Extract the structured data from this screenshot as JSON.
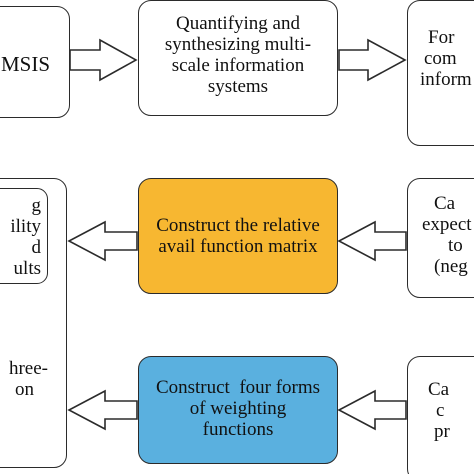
{
  "row1": {
    "msis_label": "MSIS",
    "quantify_lines": [
      "Quantifying and",
      "synthesizing multi-",
      "scale information",
      "systems"
    ],
    "form_lines": [
      "For",
      "com",
      "inform"
    ]
  },
  "row2": {
    "relative_lines": [
      "Construct the relative",
      "avail function matrix"
    ],
    "expect_lines": [
      "Ca",
      "expect",
      "to",
      "(neg"
    ],
    "left_lines": [
      "g",
      "ility",
      "d",
      "ults"
    ]
  },
  "row3": {
    "weighting_lines": [
      "Construct  four forms",
      "of weighting",
      "functions"
    ],
    "right_lines": [
      "Ca",
      "c",
      "pr"
    ],
    "left_lines": [
      "hree-",
      "on"
    ]
  },
  "colors": {
    "orange": "#f7b731",
    "blue": "#5ab0df",
    "stroke": "#2b2b2b"
  }
}
